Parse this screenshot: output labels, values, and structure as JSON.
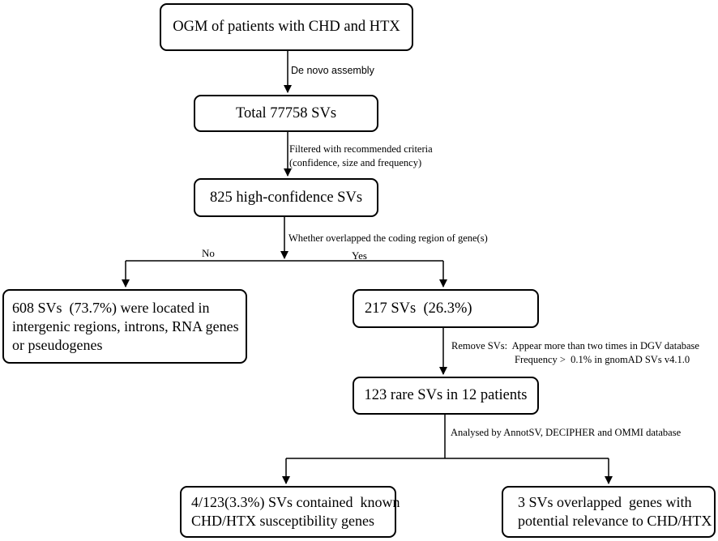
{
  "nodes": {
    "ogm": "OGM of patients with CHD and HTX",
    "total": "Total 77758 SVs",
    "high_conf": "825 high-confidence SVs",
    "intergenic": {
      "line1": "608 SVs  (73.7%) were located in",
      "line2": "intergenic regions, introns, RNA genes",
      "line3": "or pseudogenes"
    },
    "coding": "217 SVs  (26.3%)",
    "rare": "123 rare SVs in 12 patients",
    "known": {
      "line1": "4/123(3.3%) SVs contained  known",
      "line2": "CHD/HTX susceptibility genes"
    },
    "potential": {
      "line1": "3 SVs overlapped  genes with",
      "line2": "potential relevance to CHD/HTX"
    }
  },
  "edges": {
    "de_novo": "De novo assembly",
    "filtered_line1": "Filtered with recommended criteria",
    "filtered_line2": "(confidence, size and frequency)",
    "whether": "Whether overlapped the coding region of gene(s)",
    "no": "No",
    "yes": "Yes",
    "remove_line1": "Remove SVs:  Appear more than two times in DGV database",
    "remove_line2": "Frequency >  0.1% in gnomAD SVs v4.1.0",
    "analysed": "Analysed by AnnotSV, DECIPHER and OMMI database"
  },
  "colors": {
    "stroke": "#000000",
    "background": "#ffffff"
  }
}
